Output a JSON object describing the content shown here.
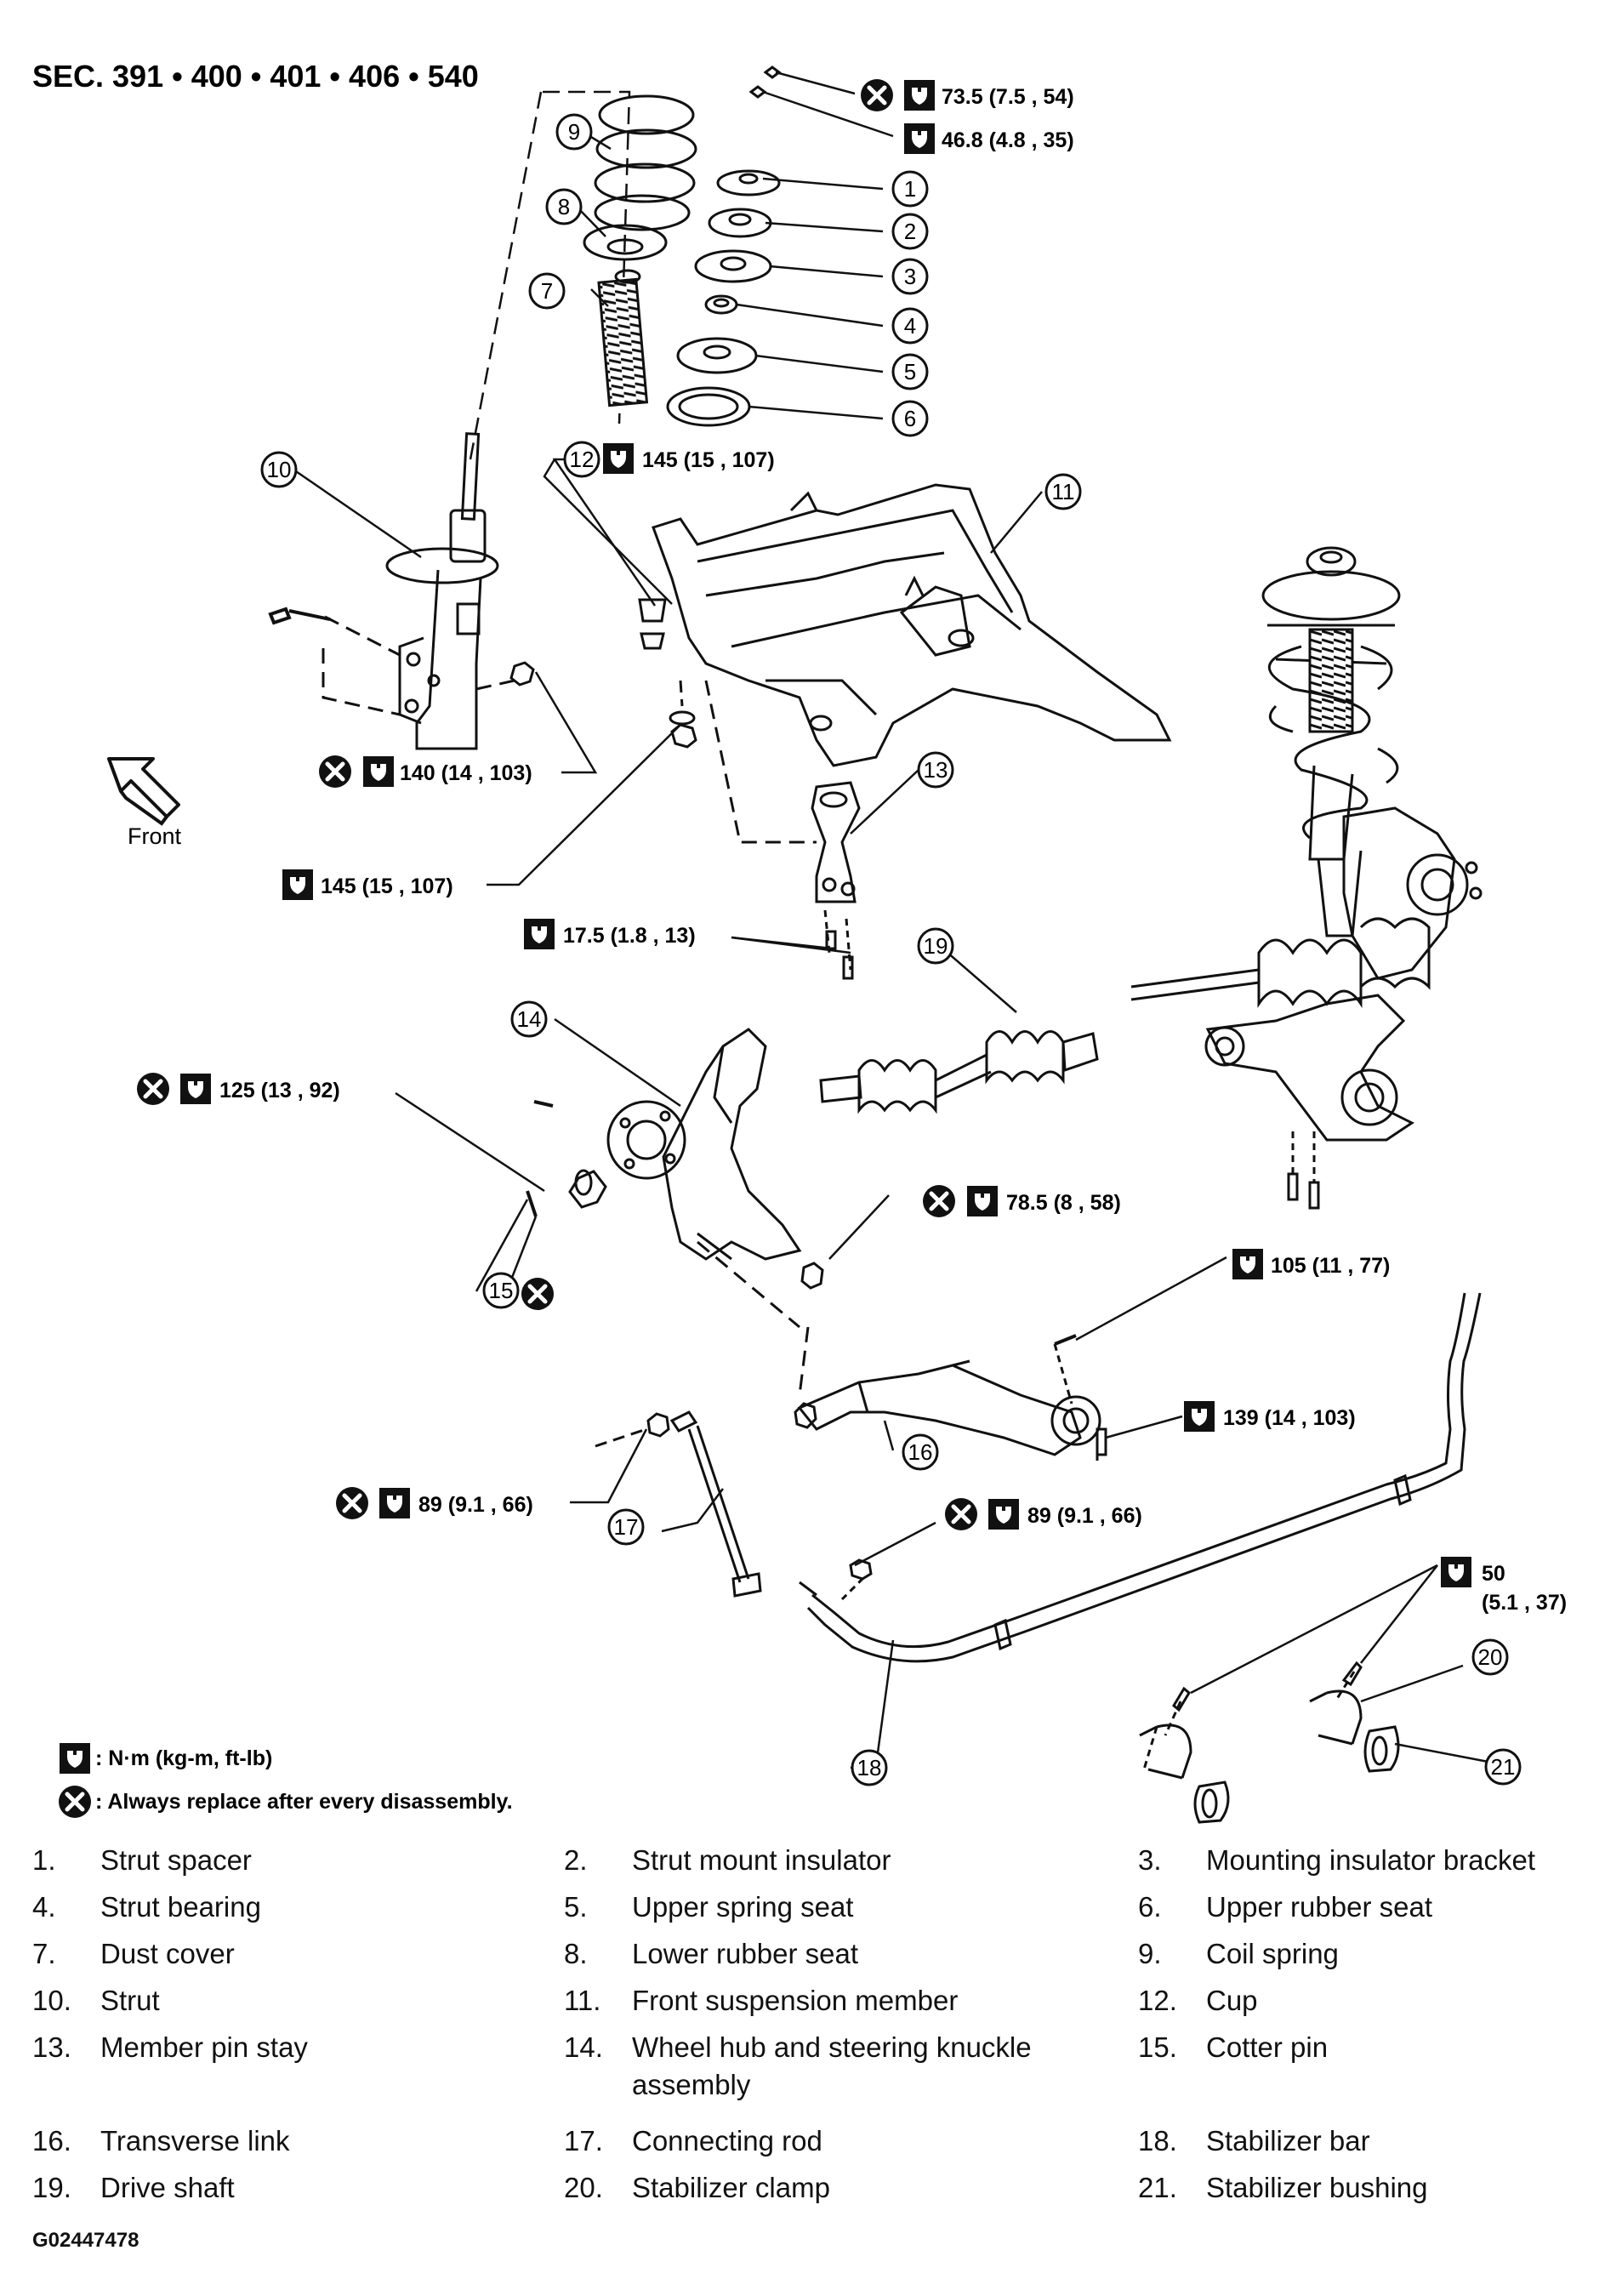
{
  "header": {
    "section": "SEC.  391 • 400 • 401 • 406 • 540"
  },
  "front_label": "Front",
  "torque_specs": {
    "t73_5": "73.5 (7.5 , 54)",
    "t46_8": "46.8 (4.8 , 35)",
    "t145_top": "145 (15 , 107)",
    "t140": "140 (14 , 103)",
    "t145_left": "145 (15 , 107)",
    "t17_5": "17.5 (1.8 , 13)",
    "t125": "125 (13 , 92)",
    "t78_5": "78.5 (8 , 58)",
    "t105": "105 (11 , 77)",
    "t139": "139 (14 , 103)",
    "t89_left": "89 (9.1 , 66)",
    "t89_right": "89 (9.1 , 66)",
    "t50_a": "50",
    "t50_b": "(5.1 , 37)"
  },
  "callouts": [
    "1",
    "2",
    "3",
    "4",
    "5",
    "6",
    "7",
    "8",
    "9",
    "10",
    "11",
    "12",
    "13",
    "14",
    "15",
    "16",
    "17",
    "18",
    "19",
    "20",
    "21"
  ],
  "legend": {
    "torque_unit": ": N·m (kg-m, ft-lb)",
    "replace_note": ": Always replace after every disassembly."
  },
  "parts": [
    {
      "num": "1.",
      "name": "Strut spacer"
    },
    {
      "num": "2.",
      "name": "Strut mount insulator"
    },
    {
      "num": "3.",
      "name": "Mounting insulator bracket"
    },
    {
      "num": "4.",
      "name": "Strut bearing"
    },
    {
      "num": "5.",
      "name": "Upper spring seat"
    },
    {
      "num": "6.",
      "name": "Upper rubber seat"
    },
    {
      "num": "7.",
      "name": "Dust cover"
    },
    {
      "num": "8.",
      "name": "Lower rubber seat"
    },
    {
      "num": "9.",
      "name": "Coil spring"
    },
    {
      "num": "10.",
      "name": "Strut"
    },
    {
      "num": "11.",
      "name": "Front suspension member"
    },
    {
      "num": "12.",
      "name": "Cup"
    },
    {
      "num": "13.",
      "name": "Member pin stay"
    },
    {
      "num": "14.",
      "name": "Wheel hub and steering knuckle assembly"
    },
    {
      "num": "15.",
      "name": "Cotter pin"
    },
    {
      "num": "16.",
      "name": "Transverse link"
    },
    {
      "num": "17.",
      "name": "Connecting rod"
    },
    {
      "num": "18.",
      "name": "Stabilizer bar"
    },
    {
      "num": "19.",
      "name": "Drive shaft"
    },
    {
      "num": "20.",
      "name": "Stabilizer clamp"
    },
    {
      "num": "21.",
      "name": "Stabilizer bushing"
    }
  ],
  "figure_code": "G02447478"
}
